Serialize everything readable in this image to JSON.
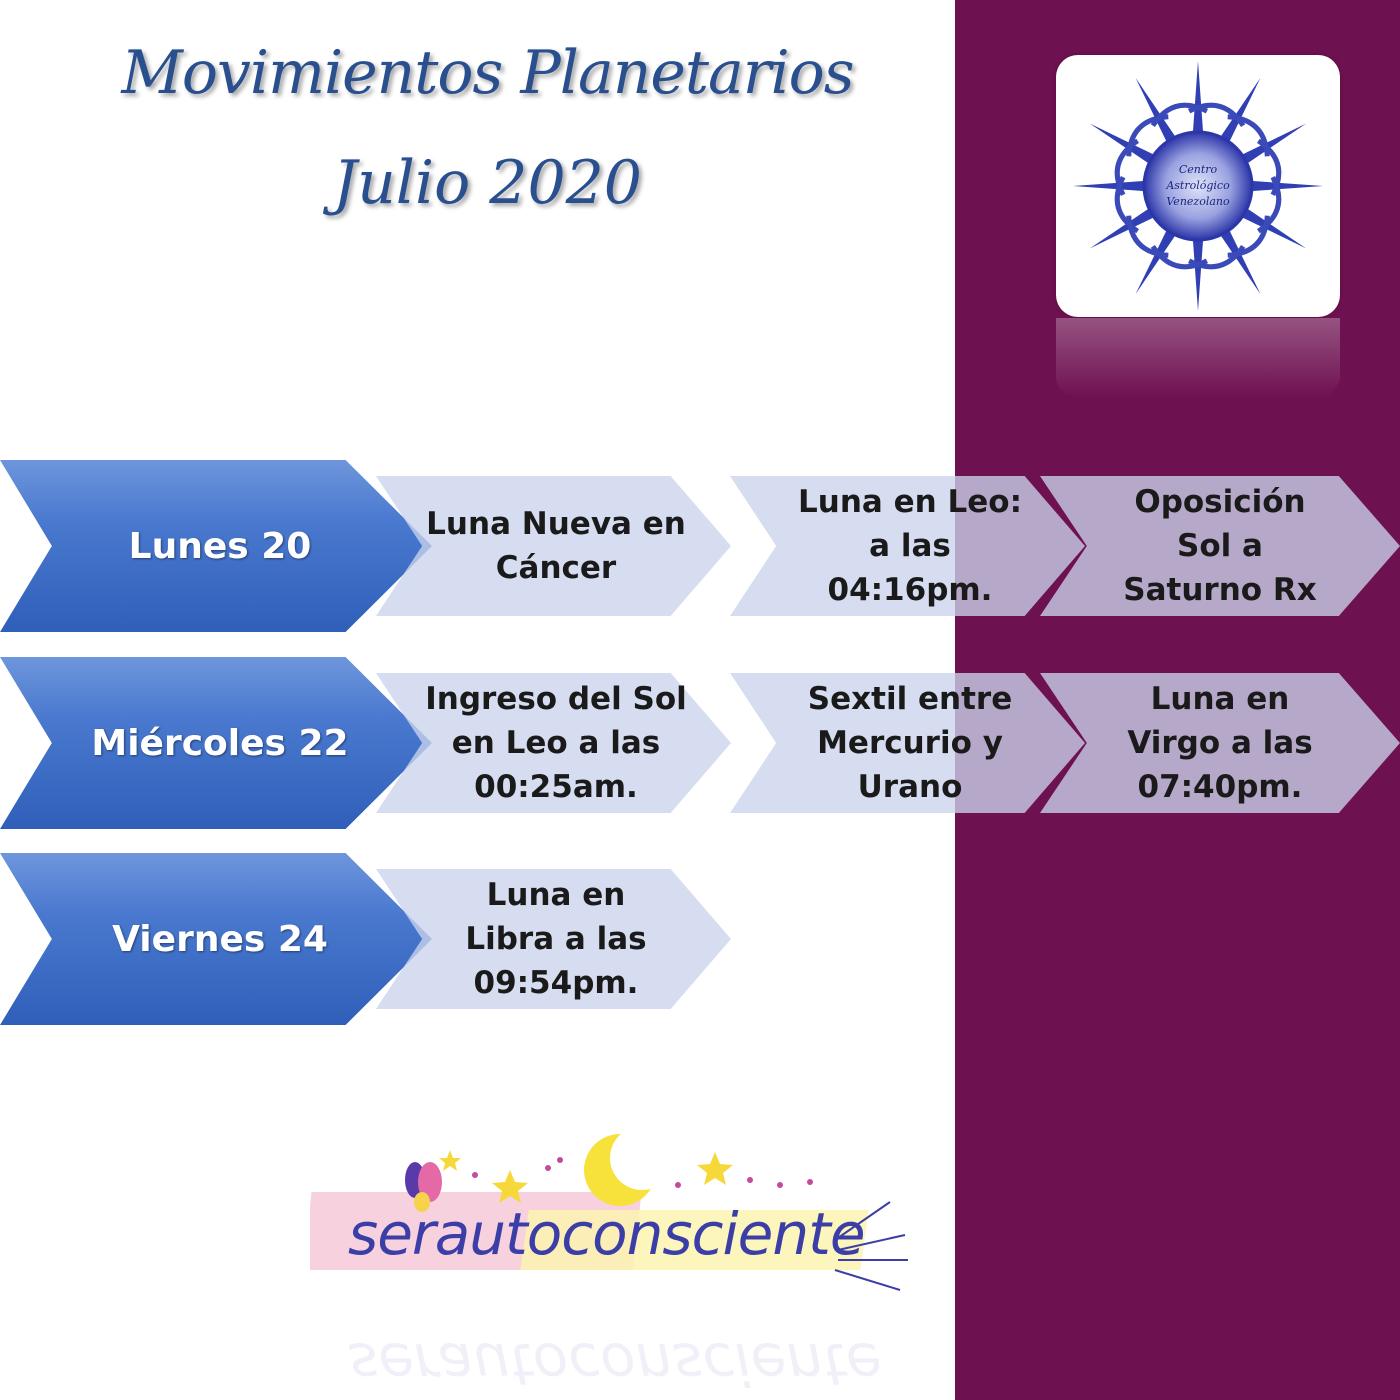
{
  "colors": {
    "panel": "#6e1150",
    "title": "#2a4f8f",
    "day_arrow": "#3a68c4",
    "event_arrow": "#cbd3ec",
    "brand_text": "#3c3ea8"
  },
  "header": {
    "title_line1": "Movimientos Planetarios",
    "title_line2": "Julio 2020"
  },
  "logo": {
    "text": "Centro Astrológico Venezolano",
    "icon": "zodiac-wheel-icon"
  },
  "rows": [
    {
      "day": "Lunes 20",
      "events": [
        "Luna Nueva en\nCáncer",
        "Luna en Leo:\na las\n04:16pm.",
        "Oposición\nSol a\nSaturno Rx"
      ]
    },
    {
      "day": "Miércoles 22",
      "events": [
        "Ingreso del Sol\nen Leo a las\n00:25am.",
        "Sextil entre\nMercurio y\nUrano",
        "Luna en\nVirgo a las\n07:40pm."
      ]
    },
    {
      "day": "Viernes 24",
      "events": [
        "Luna en\nLibra a las\n09:54pm."
      ]
    }
  ],
  "brand": {
    "name": "serautoconsciente",
    "icons": [
      "butterfly-icon",
      "crescent-moon-icon",
      "star-icon"
    ]
  }
}
